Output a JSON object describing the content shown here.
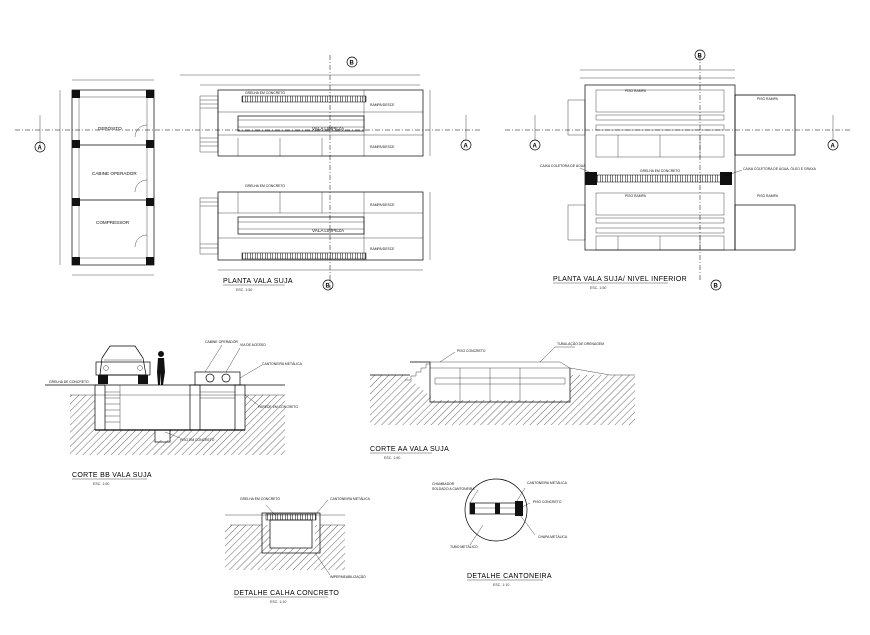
{
  "plan_left": {
    "title": "PLANTA VALA SUJA",
    "scale": "ESC. 1:50",
    "rooms": [
      "DEPÓSITO",
      "CABINE OPERADOR",
      "COMPRESSOR"
    ],
    "labels": {
      "grelha_top": "GRELHA EM CONCRETO",
      "grelha_bottom": "GRELHA EM CONCRETO",
      "vala_1": "VALA LIMPEZA",
      "vala_2": "VALA LIMPEZA",
      "rampa_1": "RAMPA/DESCE",
      "rampa_2": "RAMPA/DESCE",
      "rampa_3": "RAMPA/DESCE",
      "rampa_4": "RAMPA/DESCE"
    }
  },
  "plan_right": {
    "title": "PLANTA VALA SUJA/ NIVEL INFERIOR",
    "scale": "ESC. 1:50",
    "labels": {
      "piso_1": "PISO RAMPA",
      "piso_2": "PISO RAMPA",
      "piso_3": "PISO RAMPA",
      "piso_4": "PISO RAMPA",
      "callout_left": "CAIXA COLETORA DE ÁGUA",
      "callout_right": "CAIXA COLETORA DE ÁGUA, ÓLEO E GRAXA",
      "grelha": "GRELHA EM CONCRETO"
    }
  },
  "markers": {
    "a": "A",
    "b": "B"
  },
  "section_bb": {
    "title": "CORTE BB VALA SUJA",
    "scale": "ESC. 1:50",
    "labels": {
      "grelha": "GRELHA DE CONCRETO",
      "cabine": "CABINE OPERADOR",
      "via": "VIA DE ACESSO",
      "cantoneira": "CANTONEIRA METÁLICA",
      "parede": "PAREDE EM CONCRETO",
      "bottom": "PISO EM CONCRETO"
    }
  },
  "section_aa": {
    "title": "CORTE AA VALA SUJA",
    "scale": "ESC. 1:50",
    "labels": {
      "piso": "PISO CONCRETO",
      "tubo": "TUBULAÇÃO DE DRENAGEM"
    }
  },
  "detail_calha": {
    "title": "DETALHE CALHA CONCRETO",
    "scale": "ESC. 1:10",
    "labels": {
      "grelha": "GRELHA EM CONCRETO",
      "cantoneira": "CANTONEIRA METÁLICA",
      "impermeabilizacao": "IMPERMEABILIZAÇÃO"
    }
  },
  "detail_cantoneira": {
    "title": "DETALHE CANTONEIRA",
    "scale": "ESC. 1:10",
    "labels": {
      "chumbador": "CHUMBADOR",
      "soldado": "SOLDADO A CANTONEIRA",
      "cantoneira": "CANTONEIRA METÁLICA",
      "piso": "PISO CONCRETO",
      "tubo": "TUBO METÁLICO",
      "chapa": "CHAPA METÁLICA"
    }
  }
}
